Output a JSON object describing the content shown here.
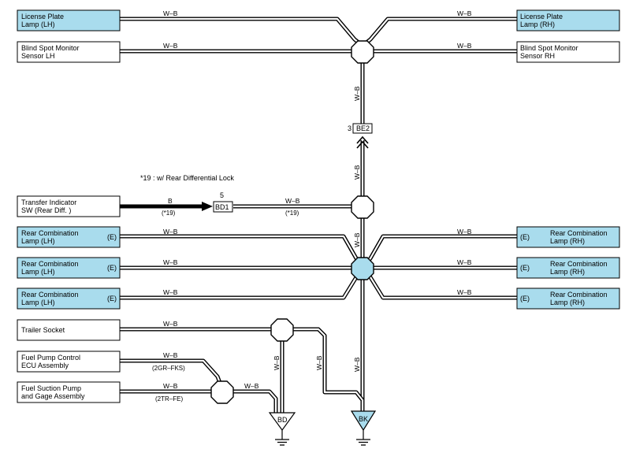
{
  "components": {
    "license_lh": {
      "line1": "License Plate",
      "line2": "Lamp (LH)"
    },
    "license_rh": {
      "line1": "License Plate",
      "line2": "Lamp (RH)"
    },
    "bsm_lh": {
      "line1": "Blind Spot Monitor",
      "line2": "Sensor LH"
    },
    "bsm_rh": {
      "line1": "Blind Spot Monitor",
      "line2": "Sensor RH"
    },
    "transfer_sw": {
      "line1": "Transfer Indicator",
      "line2": "SW (Rear Diff. )"
    },
    "rear_comb_lh_1": {
      "line1": "Rear Combination",
      "line2": "Lamp (LH)",
      "tag": "(E)"
    },
    "rear_comb_lh_2": {
      "line1": "Rear Combination",
      "line2": "Lamp (LH)",
      "tag": "(E)"
    },
    "rear_comb_lh_3": {
      "line1": "Rear Combination",
      "line2": "Lamp (LH)",
      "tag": "(E)"
    },
    "rear_comb_rh_1": {
      "line1": "Rear Combination",
      "line2": "Lamp (RH)",
      "tag": "(E)"
    },
    "rear_comb_rh_2": {
      "line1": "Rear Combination",
      "line2": "Lamp (RH)",
      "tag": "(E)"
    },
    "rear_comb_rh_3": {
      "line1": "Rear Combination",
      "line2": "Lamp (RH)",
      "tag": "(E)"
    },
    "trailer_socket": {
      "line1": "Trailer Socket"
    },
    "fuel_pump_ecu": {
      "line1": "Fuel Pump Control",
      "line2": "ECU Assembly"
    },
    "fuel_suction": {
      "line1": "Fuel Suction Pump",
      "line2": "and Gage Assembly"
    }
  },
  "wire_color": "W–B",
  "transfer_wire_color": "B",
  "connectors": {
    "be2": {
      "pin": "3",
      "name": "BE2"
    },
    "bd1": {
      "pin": "5",
      "name": "BD1"
    }
  },
  "notes": {
    "footnote": "*19 : w/ Rear Differential Lock",
    "cond_19": "(*19)",
    "cond_2gr": "(2GR–FKS)",
    "cond_2tr": "(2TR–FE)"
  },
  "grounds": {
    "bd": "BD",
    "bk": "BK"
  },
  "colors": {
    "highlight_fill": "#a9dced",
    "line": "#000000",
    "background": "#ffffff"
  }
}
